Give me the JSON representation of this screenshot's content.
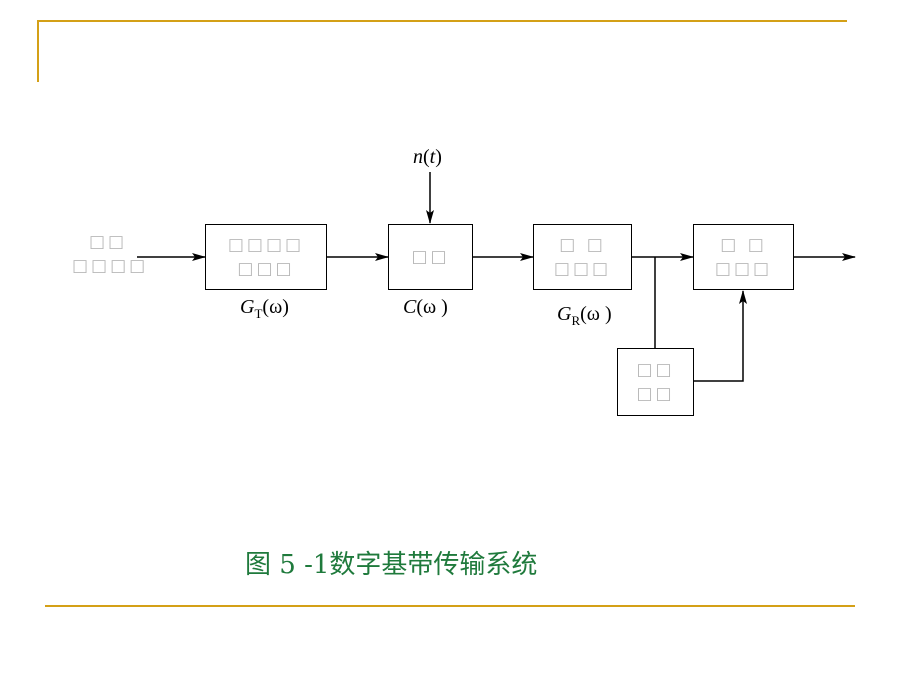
{
  "blocks": {
    "input": [
      "□□",
      "□□□□"
    ],
    "transmit_filter": [
      "□□□□",
      "□□□"
    ],
    "channel": [
      "□□"
    ],
    "receive_filter": [
      "□ □",
      "□□□"
    ],
    "sampling_decision": [
      "□ □",
      "□□□"
    ],
    "sync_extraction": [
      "□□",
      "□□"
    ]
  },
  "labels": {
    "noise": {
      "var": "n",
      "paren_open": "(",
      "arg": "t",
      "paren_close": ")"
    },
    "gt": {
      "var": "G",
      "sub": "T",
      "rest": "(ω)"
    },
    "c": {
      "var": "C",
      "rest": "(ω )"
    },
    "gr": {
      "var": "G",
      "sub": "R",
      "rest": "(ω )"
    }
  },
  "caption": "图 5 -1数字基带传输系统",
  "colors": {
    "accent_rule": "#d4a017",
    "caption": "#1f7a3c",
    "placeholder_glyph": "#b8b8b8"
  }
}
